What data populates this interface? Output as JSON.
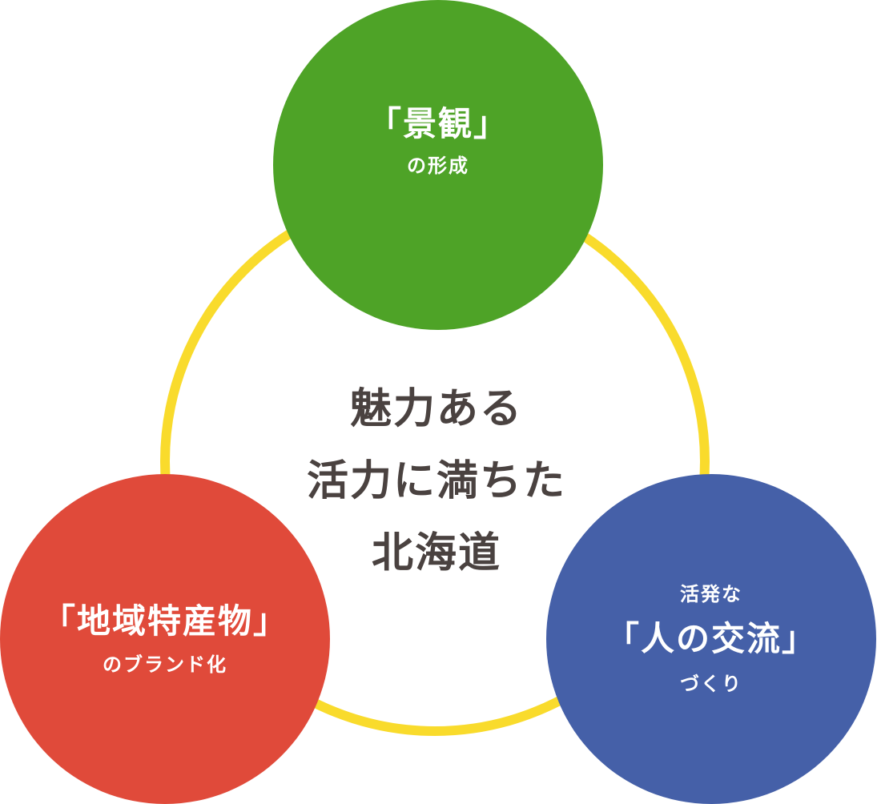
{
  "center": {
    "line1": "魅力ある",
    "line2": "活力に満ちた",
    "line3": "北海道"
  },
  "nodes": {
    "top": {
      "main": "「景観」",
      "sub": "の形成"
    },
    "left": {
      "main": "「地域特産物」",
      "sub": "のブランド化"
    },
    "right": {
      "pre": "活発な",
      "main": "「人の交流」",
      "sub": "づくり"
    }
  },
  "colors": {
    "ring": "#f9db2c",
    "top": "#4ea327",
    "left": "#e04a3a",
    "right": "#4560a8",
    "center_text": "#4a4240"
  }
}
